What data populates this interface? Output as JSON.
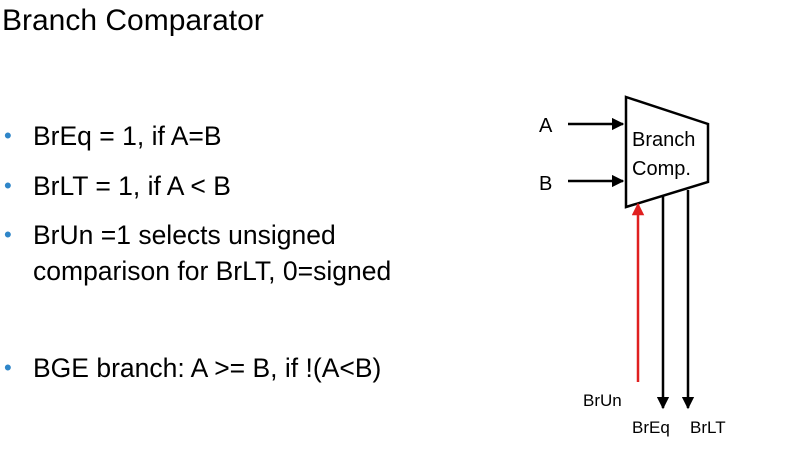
{
  "title": "Branch Comparator",
  "bullets": [
    {
      "lines": [
        "BrEq = 1, if A=B"
      ]
    },
    {
      "lines": [
        "BrLT = 1, if A < B"
      ]
    },
    {
      "lines": [
        "BrUn =1 selects unsigned",
        "comparison for BrLT, 0=signed"
      ]
    },
    {
      "lines": [
        "BGE branch: A >= B, if  !(A<B)"
      ]
    }
  ],
  "diagram": {
    "block_label_line1": "Branch",
    "block_label_line2": "Comp.",
    "input_a": "A",
    "input_b": "B",
    "control_in": "BrUn",
    "output_eq": "BrEq",
    "output_lt": "BrLT",
    "control_color": "#e02020",
    "wire_color": "#000000"
  },
  "colors": {
    "bullet": "#2f86c9"
  }
}
